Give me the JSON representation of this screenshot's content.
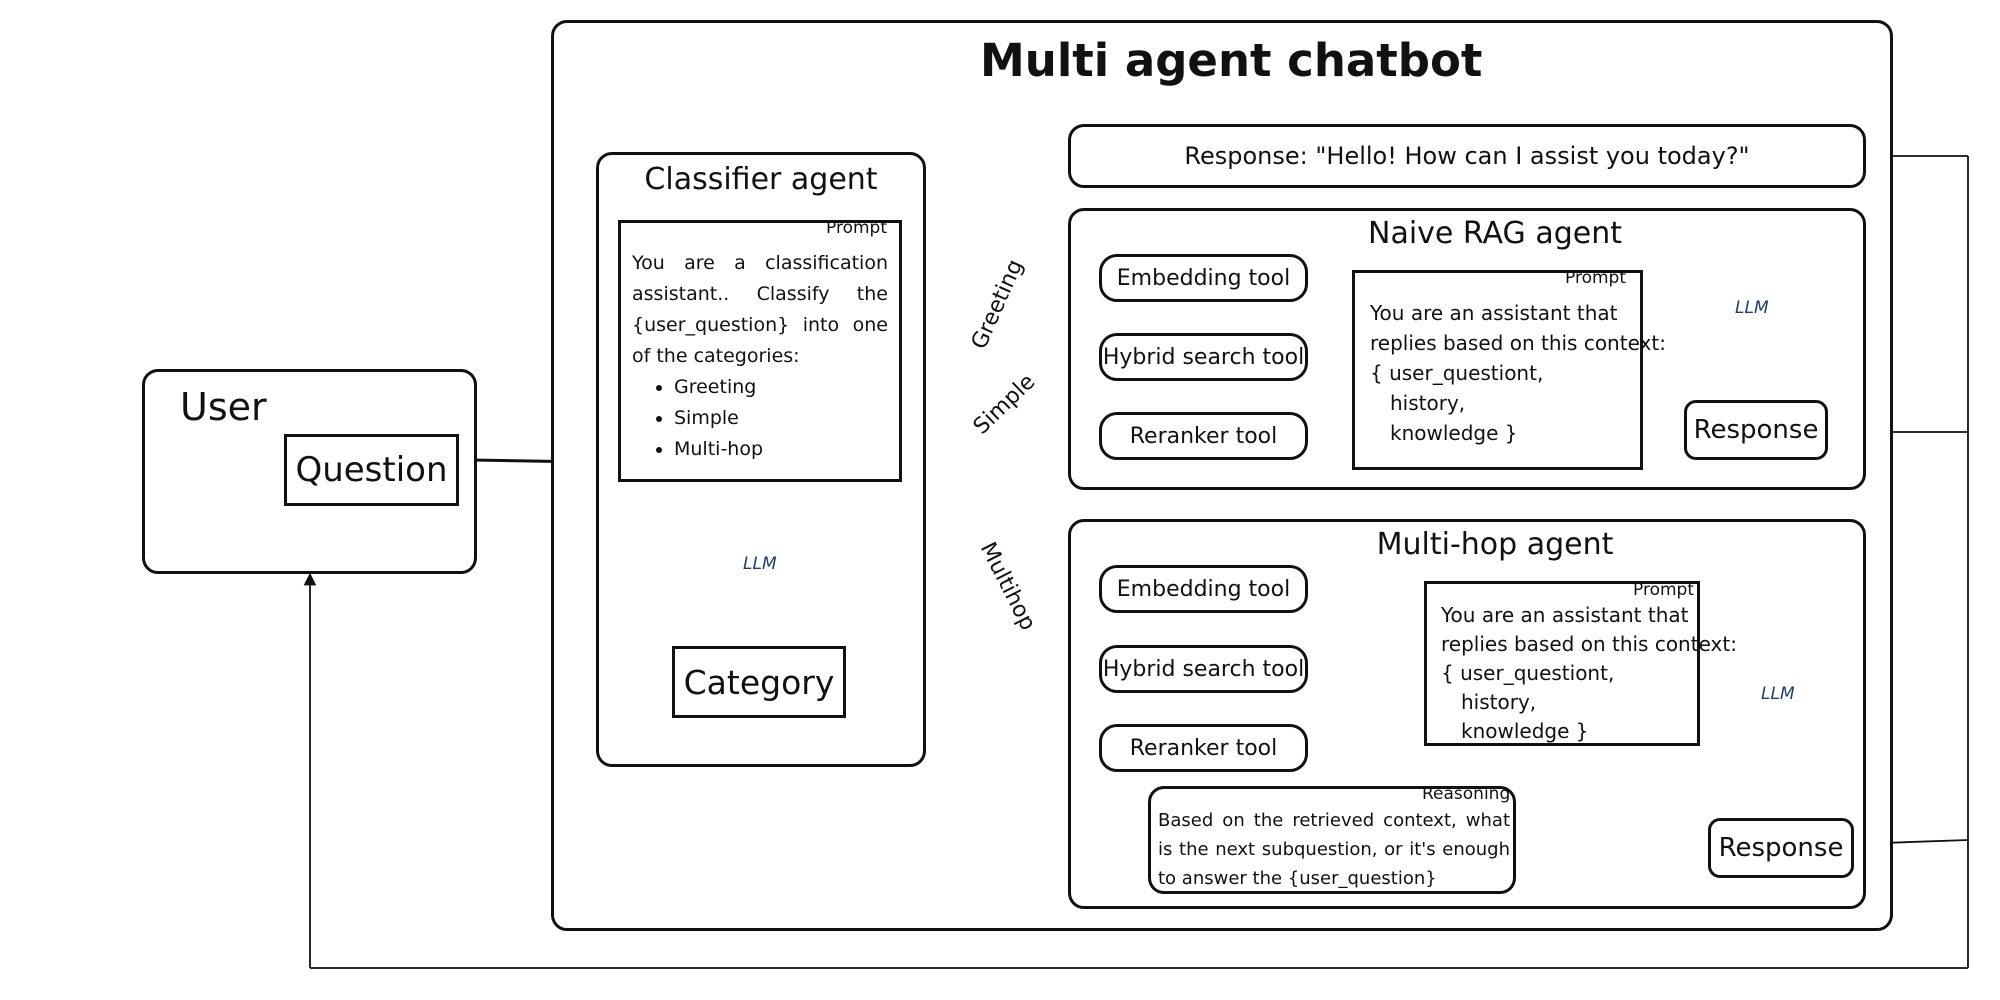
{
  "chatbot": {
    "title": "Multi agent chatbot"
  },
  "user": {
    "label": "User",
    "question": "Question",
    "person_icon": "person-icon"
  },
  "classifier": {
    "title": "Classifier agent",
    "prompt_tag": "Prompt",
    "prompt_text": "You are a classification assistant.. Classify the {user_question} into one of the categories:",
    "categories": [
      "Greeting",
      "Simple",
      "Multi-hop"
    ],
    "llm_label": "LLM",
    "output": "Category"
  },
  "routes": {
    "greeting": "Greeting",
    "simple": "Simple",
    "multihop": "Multihop"
  },
  "greeting_response": "Response: \"Hello! How can I assist you today?\"",
  "naive_rag": {
    "title": "Naive RAG agent",
    "tools": [
      "Embedding tool",
      "Hybrid search tool",
      "Reranker tool"
    ],
    "prompt_tag": "Prompt",
    "prompt_lines": [
      "You are an assistant that",
      "replies based on this context:",
      "{ user_questiont,",
      "history,",
      "knowledge }"
    ],
    "llm_label": "LLM",
    "response": "Response"
  },
  "multihop": {
    "title": "Multi-hop agent",
    "tools": [
      "Embedding tool",
      "Hybrid search tool",
      "Reranker tool"
    ],
    "prompt_tag": "Prompt",
    "prompt_lines": [
      "You are an assistant that",
      "replies based on this context:",
      "{ user_questiont,",
      "history,",
      "knowledge }"
    ],
    "reasoning_tag": "Reasoning",
    "reasoning_text": "Based on the retrieved context, what is the next subquestion, or it's enough to answer the {user_question}",
    "llm_label": "LLM",
    "response": "Response"
  },
  "colors": {
    "line": "#111111",
    "llm_blue": "#4a90d9",
    "llm_light": "#8cc4f2",
    "node_red": "#c0485a",
    "node_blue": "#4f6fb0"
  }
}
